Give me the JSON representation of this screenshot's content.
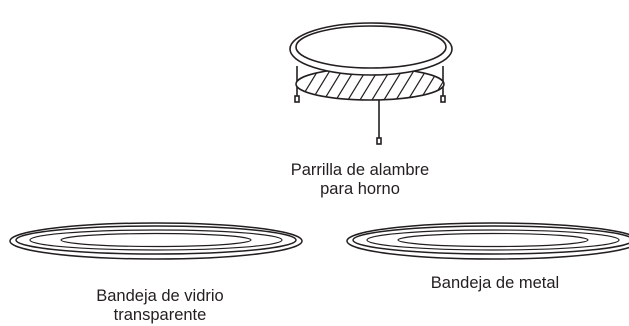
{
  "items": {
    "wire_rack": {
      "icon": "wire-rack-illustration",
      "label_line1": "Parrilla de alambre",
      "label_line2": "para horno"
    },
    "glass_tray": {
      "icon": "glass-tray-illustration",
      "label_line1": "Bandeja de vidrio",
      "label_line2": "transparente"
    },
    "metal_tray": {
      "icon": "metal-tray-illustration",
      "label_line1": "Bandeja de metal"
    }
  },
  "colors": {
    "line": "#231f20",
    "background": "#ffffff"
  }
}
